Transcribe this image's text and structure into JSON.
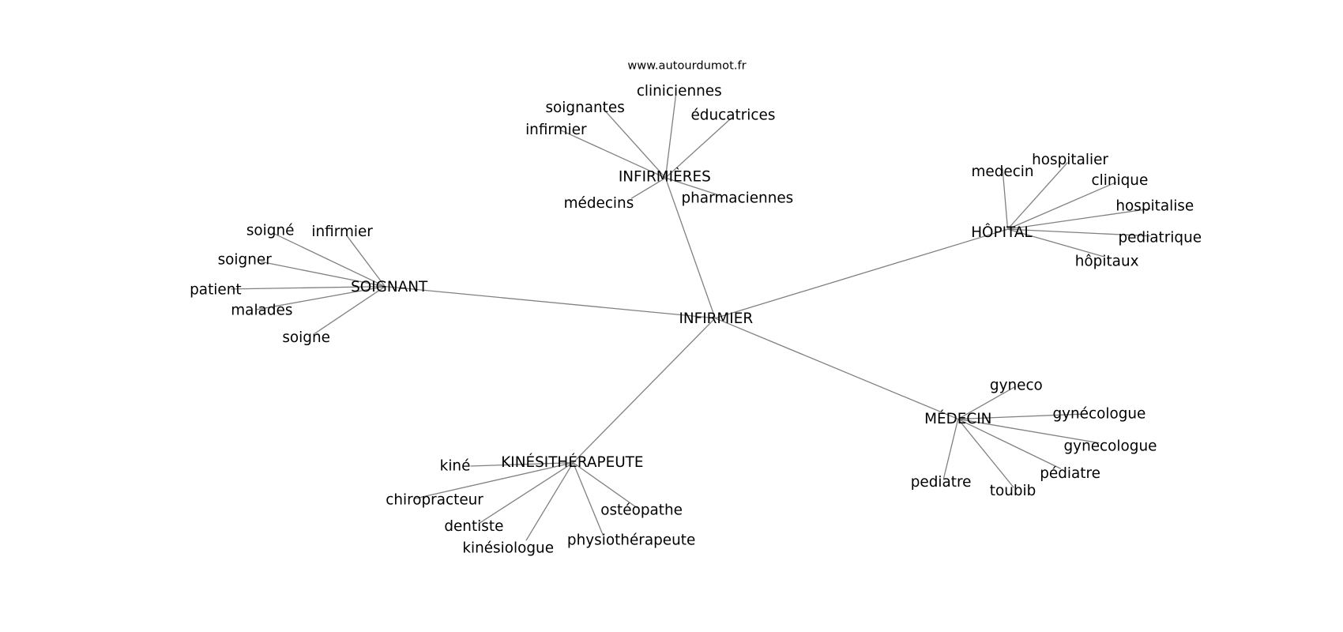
{
  "title": "www.autourdumot.fr",
  "center": {
    "id": "infirmier_c",
    "label": "INFIRMIER"
  },
  "hubs": [
    {
      "id": "soignant",
      "label": "SOIGNANT",
      "leaves": [
        {
          "id": "s1",
          "label": "soigné"
        },
        {
          "id": "s2",
          "label": "infirmier"
        },
        {
          "id": "s3",
          "label": "soigner"
        },
        {
          "id": "s4",
          "label": "patient"
        },
        {
          "id": "s5",
          "label": "malades"
        },
        {
          "id": "s6",
          "label": "soigne"
        }
      ]
    },
    {
      "id": "infirmieres",
      "label": "INFIRMIÈRES",
      "leaves": [
        {
          "id": "i1",
          "label": "soignantes"
        },
        {
          "id": "i2",
          "label": "cliniciennes"
        },
        {
          "id": "i3",
          "label": "éducatrices"
        },
        {
          "id": "i4",
          "label": "infirmier"
        },
        {
          "id": "i5",
          "label": "médecins"
        },
        {
          "id": "i6",
          "label": "pharmaciennes"
        }
      ]
    },
    {
      "id": "hopital",
      "label": "HÔPITAL",
      "leaves": [
        {
          "id": "h1",
          "label": "medecin"
        },
        {
          "id": "h2",
          "label": "hospitalier"
        },
        {
          "id": "h3",
          "label": "clinique"
        },
        {
          "id": "h4",
          "label": "hospitalise"
        },
        {
          "id": "h5",
          "label": "pediatrique"
        },
        {
          "id": "h6",
          "label": "hôpitaux"
        }
      ]
    },
    {
      "id": "medecin",
      "label": "MÉDECIN",
      "leaves": [
        {
          "id": "m1",
          "label": "gyneco"
        },
        {
          "id": "m2",
          "label": "gynécologue"
        },
        {
          "id": "m3",
          "label": "gynecologue"
        },
        {
          "id": "m4",
          "label": "pédiatre"
        },
        {
          "id": "m5",
          "label": "toubib"
        },
        {
          "id": "m6",
          "label": "pediatre"
        }
      ]
    },
    {
      "id": "kine",
      "label": "KINÉSITHÉRAPEUTE",
      "leaves": [
        {
          "id": "k1",
          "label": "kiné"
        },
        {
          "id": "k2",
          "label": "chiropracteur"
        },
        {
          "id": "k3",
          "label": "dentiste"
        },
        {
          "id": "k4",
          "label": "kinésiologue"
        },
        {
          "id": "k5",
          "label": "physiothérapeute"
        },
        {
          "id": "k6",
          "label": "ostéopathe"
        }
      ]
    }
  ],
  "colors": {
    "edge": "#808080",
    "text": "#000000",
    "background": "#ffffff"
  }
}
